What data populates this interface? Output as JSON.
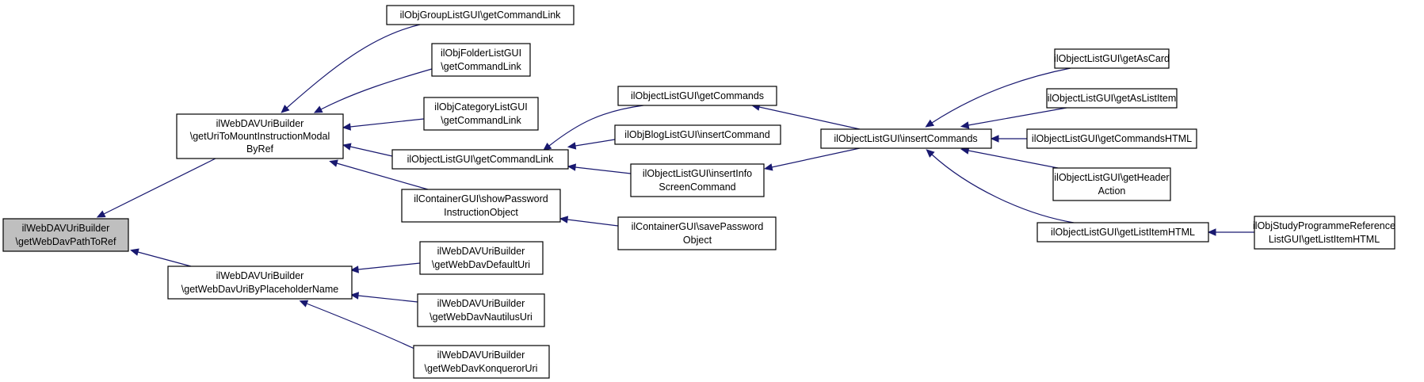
{
  "colors": {
    "edge": "#191970",
    "root_fill": "#bfbfbf",
    "node_fill": "#ffffff",
    "border": "#000000"
  },
  "nodes": {
    "root": {
      "lines": [
        "ilWebDAVUriBuilder",
        "\\getWebDavPathToRef"
      ]
    },
    "mount": {
      "lines": [
        "ilWebDAVUriBuilder",
        "\\getUriToMountInstructionModal",
        "ByRef"
      ]
    },
    "placeholder": {
      "lines": [
        "ilWebDAVUriBuilder",
        "\\getWebDavUriByPlaceholderName"
      ]
    },
    "grouplist": {
      "lines": [
        "ilObjGroupListGUI\\getCommandLink"
      ]
    },
    "folderlist": {
      "lines": [
        "ilObjFolderListGUI",
        "\\getCommandLink"
      ]
    },
    "categorylist": {
      "lines": [
        "ilObjCategoryListGUI",
        "\\getCommandLink"
      ]
    },
    "objlist_cmdlink": {
      "lines": [
        "ilObjectListGUI\\getCommandLink"
      ]
    },
    "showpassword": {
      "lines": [
        "ilContainerGUI\\showPassword",
        "InstructionObject"
      ]
    },
    "defaulturi": {
      "lines": [
        "ilWebDAVUriBuilder",
        "\\getWebDavDefaultUri"
      ]
    },
    "nautilusuri": {
      "lines": [
        "ilWebDAVUriBuilder",
        "\\getWebDavNautilusUri"
      ]
    },
    "konquerorturi": {
      "lines": [
        "ilWebDAVUriBuilder",
        "\\getWebDavKonquerorUri"
      ]
    },
    "getcommands": {
      "lines": [
        "ilObjectListGUI\\getCommands"
      ]
    },
    "bloginsert": {
      "lines": [
        "ilObjBlogListGUI\\insertCommand"
      ]
    },
    "insertinfo": {
      "lines": [
        "ilObjectListGUI\\insertInfo",
        "ScreenCommand"
      ]
    },
    "savepassword": {
      "lines": [
        "ilContainerGUI\\savePassword",
        "Object"
      ]
    },
    "insertcommands": {
      "lines": [
        "ilObjectListGUI\\insertCommands"
      ]
    },
    "asCard": {
      "lines": [
        "ilObjectListGUI\\getAsCard"
      ]
    },
    "asListItem": {
      "lines": [
        "ilObjectListGUI\\getAsListItem"
      ]
    },
    "commandsHTML": {
      "lines": [
        "ilObjectListGUI\\getCommandsHTML"
      ]
    },
    "headerAction": {
      "lines": [
        "ilObjectListGUI\\getHeader",
        "Action"
      ]
    },
    "listItemHTML": {
      "lines": [
        "ilObjectListGUI\\getListItemHTML"
      ]
    },
    "studyprog": {
      "lines": [
        "ilObjStudyProgrammeReference",
        "ListGUI\\getListItemHTML"
      ]
    }
  },
  "edges": [
    {
      "from": "mount",
      "to": "root"
    },
    {
      "from": "placeholder",
      "to": "root"
    },
    {
      "from": "grouplist",
      "to": "mount"
    },
    {
      "from": "folderlist",
      "to": "mount"
    },
    {
      "from": "categorylist",
      "to": "mount"
    },
    {
      "from": "objlist_cmdlink",
      "to": "mount"
    },
    {
      "from": "showpassword",
      "to": "mount"
    },
    {
      "from": "defaulturi",
      "to": "placeholder"
    },
    {
      "from": "nautilusuri",
      "to": "placeholder"
    },
    {
      "from": "konquerorturi",
      "to": "placeholder"
    },
    {
      "from": "getcommands",
      "to": "objlist_cmdlink"
    },
    {
      "from": "bloginsert",
      "to": "objlist_cmdlink"
    },
    {
      "from": "insertinfo",
      "to": "objlist_cmdlink"
    },
    {
      "from": "savepassword",
      "to": "showpassword"
    },
    {
      "from": "insertcommands",
      "to": "getcommands"
    },
    {
      "from": "insertcommands",
      "to": "insertinfo"
    },
    {
      "from": "asCard",
      "to": "insertcommands"
    },
    {
      "from": "asListItem",
      "to": "insertcommands"
    },
    {
      "from": "commandsHTML",
      "to": "insertcommands"
    },
    {
      "from": "headerAction",
      "to": "insertcommands"
    },
    {
      "from": "listItemHTML",
      "to": "insertcommands"
    },
    {
      "from": "studyprog",
      "to": "listItemHTML"
    }
  ]
}
